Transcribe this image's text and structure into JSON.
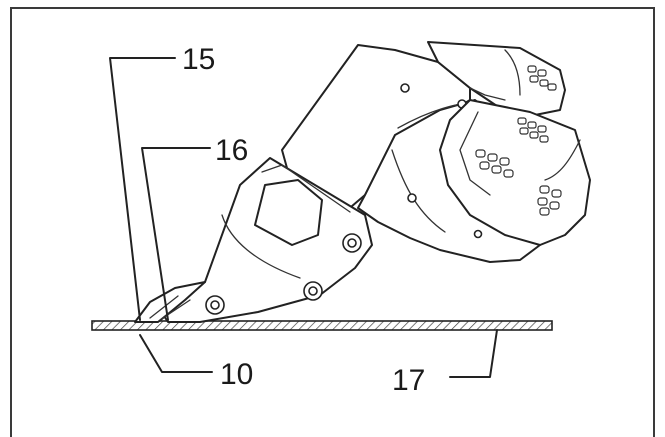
{
  "labels": {
    "part_15": "15",
    "part_16": "16",
    "part_10": "10",
    "part_17": "17"
  },
  "colors": {
    "line": "#222222",
    "background": "#ffffff"
  }
}
